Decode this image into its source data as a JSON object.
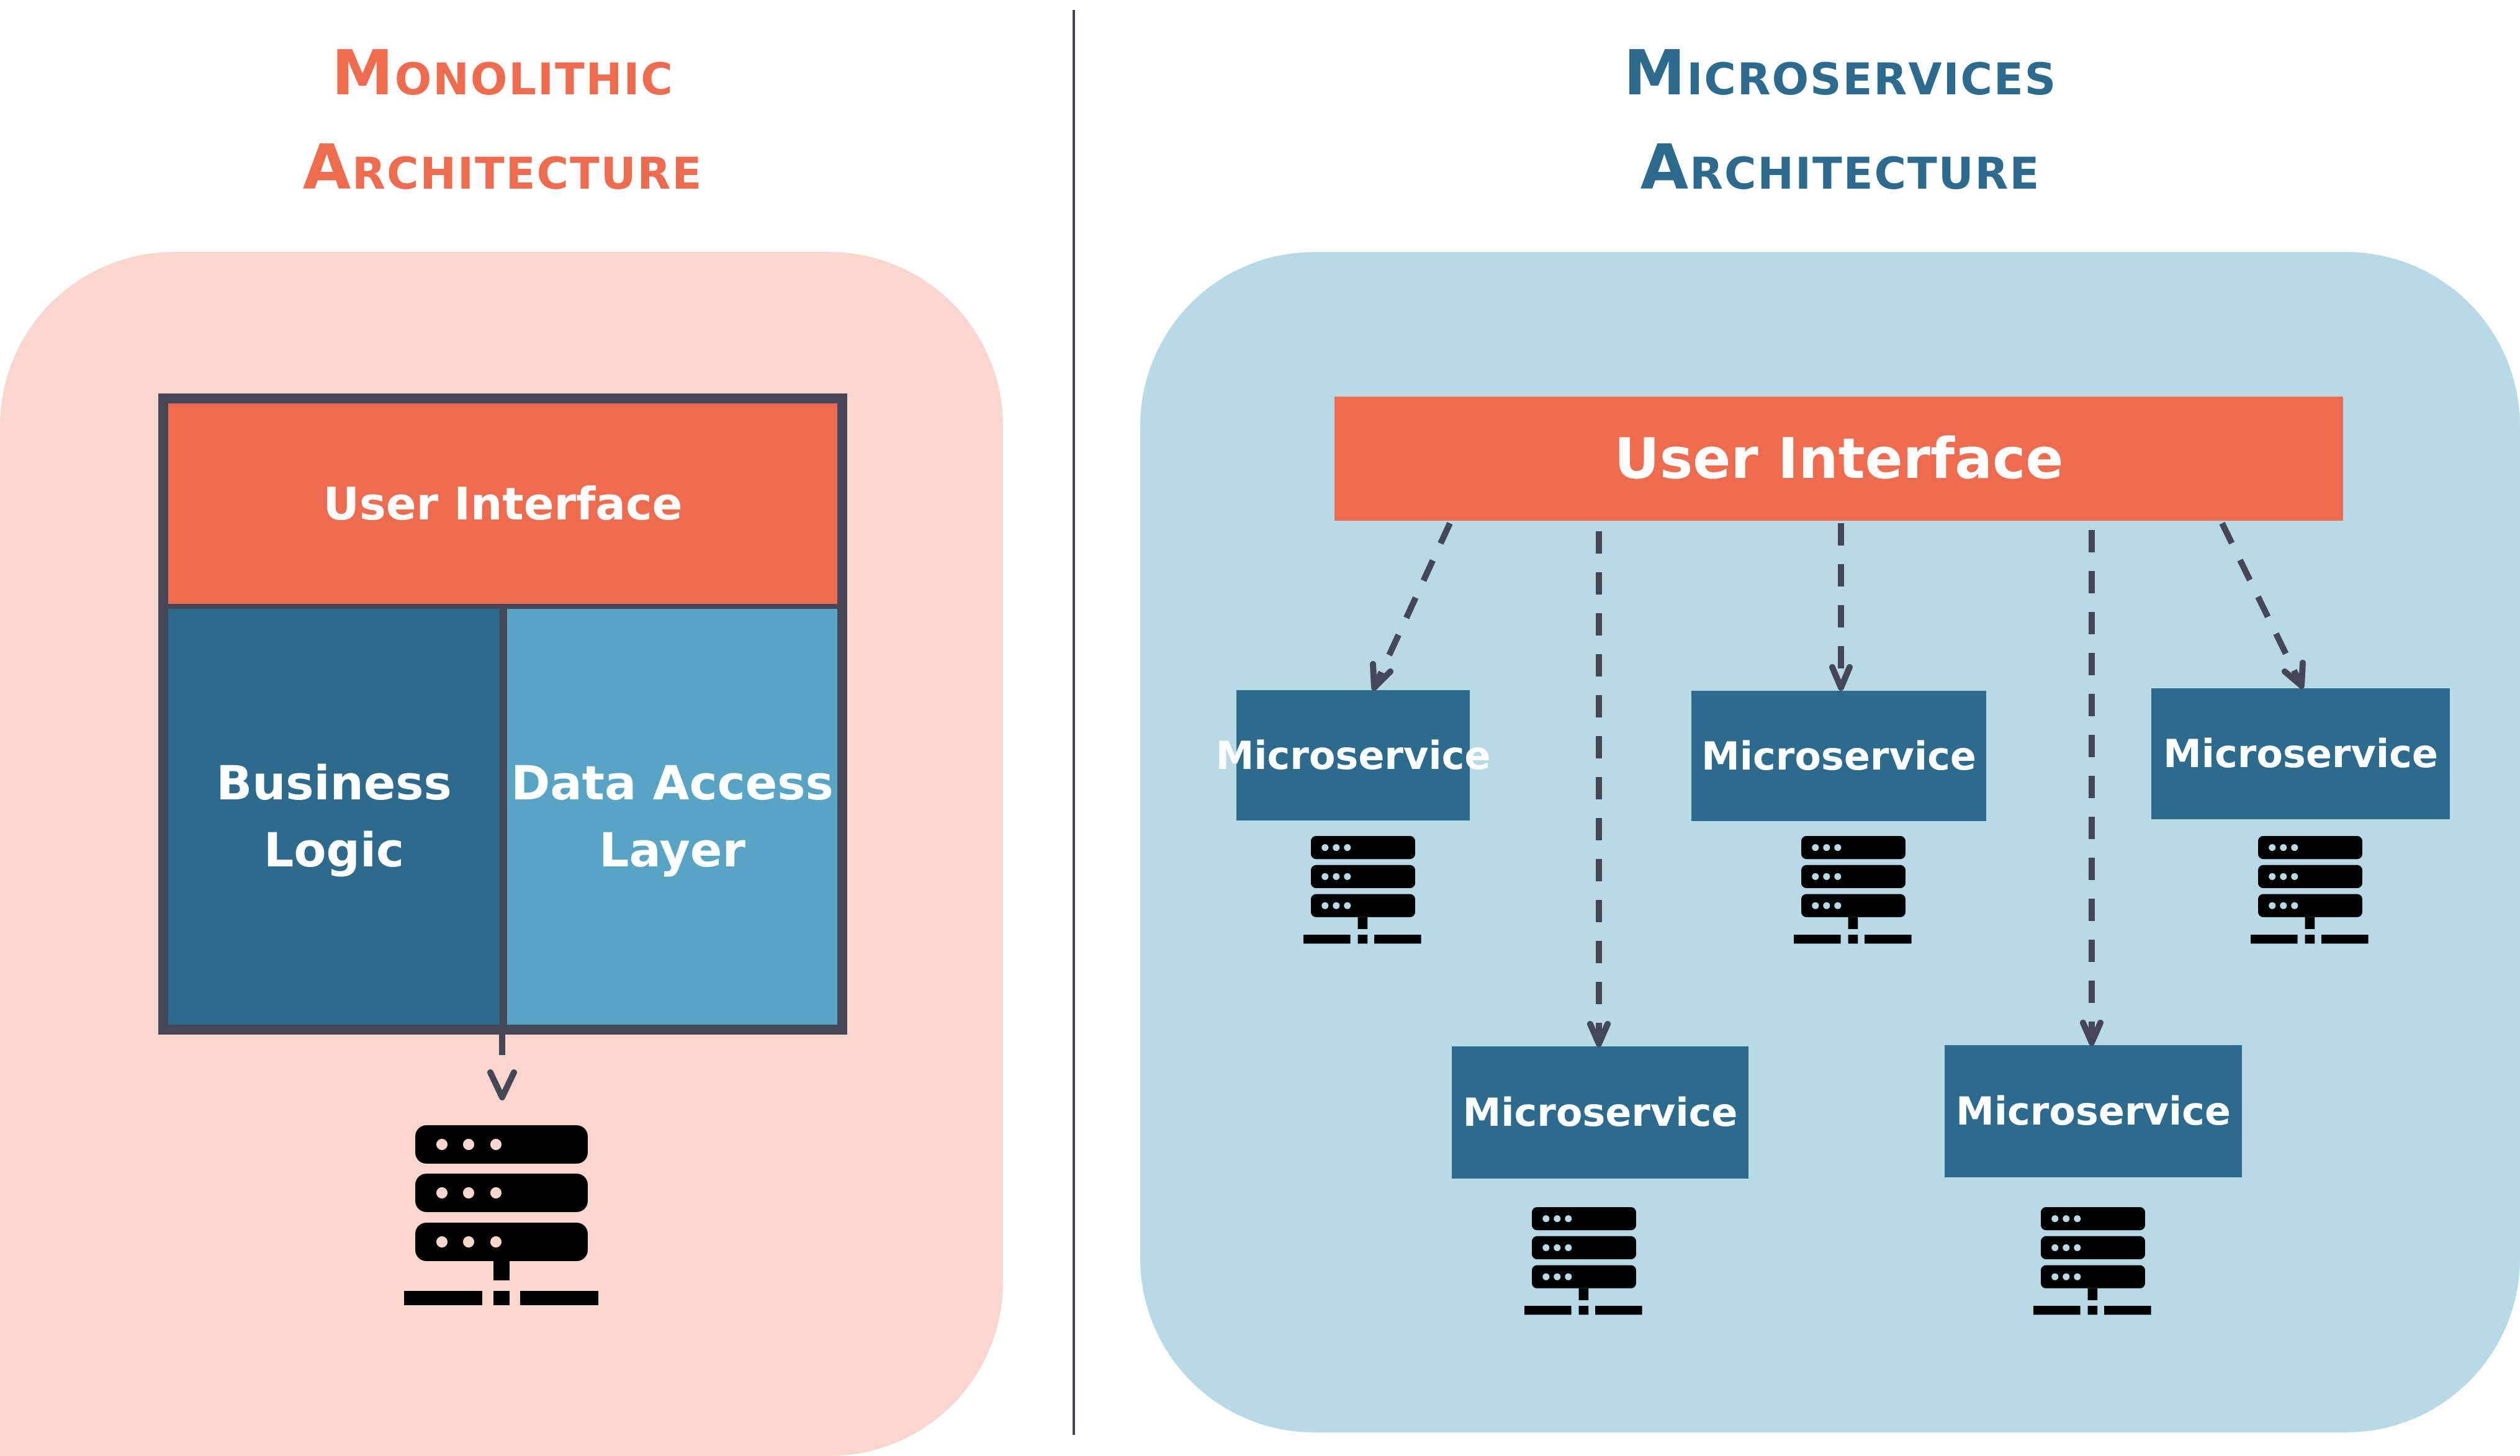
{
  "colors": {
    "accent_orange": "#ee6b4f",
    "accent_blue": "#2c6a8e",
    "light_blue_block": "#58a4c4",
    "panel_pink": "#fad6cf",
    "panel_blue": "#b8dae6",
    "frame_dark": "#454757",
    "server_icon": "#000000"
  },
  "monolithic": {
    "title_line1": "Monolithic",
    "title_line2": "Architecture",
    "user_interface": "User Interface",
    "business_logic_line1": "Business",
    "business_logic_line2": "Logic",
    "data_access_line1": "Data Access",
    "data_access_line2": "Layer",
    "database_icon": "server-database-icon"
  },
  "microservices": {
    "title_line1": "Microservices",
    "title_line2": "Architecture",
    "user_interface": "User Interface",
    "services": [
      {
        "label": "Microservice",
        "icon": "server-database-icon"
      },
      {
        "label": "Microservice",
        "icon": "server-database-icon"
      },
      {
        "label": "Microservice",
        "icon": "server-database-icon"
      },
      {
        "label": "Microservice",
        "icon": "server-database-icon"
      },
      {
        "label": "Microservice",
        "icon": "server-database-icon"
      }
    ]
  }
}
